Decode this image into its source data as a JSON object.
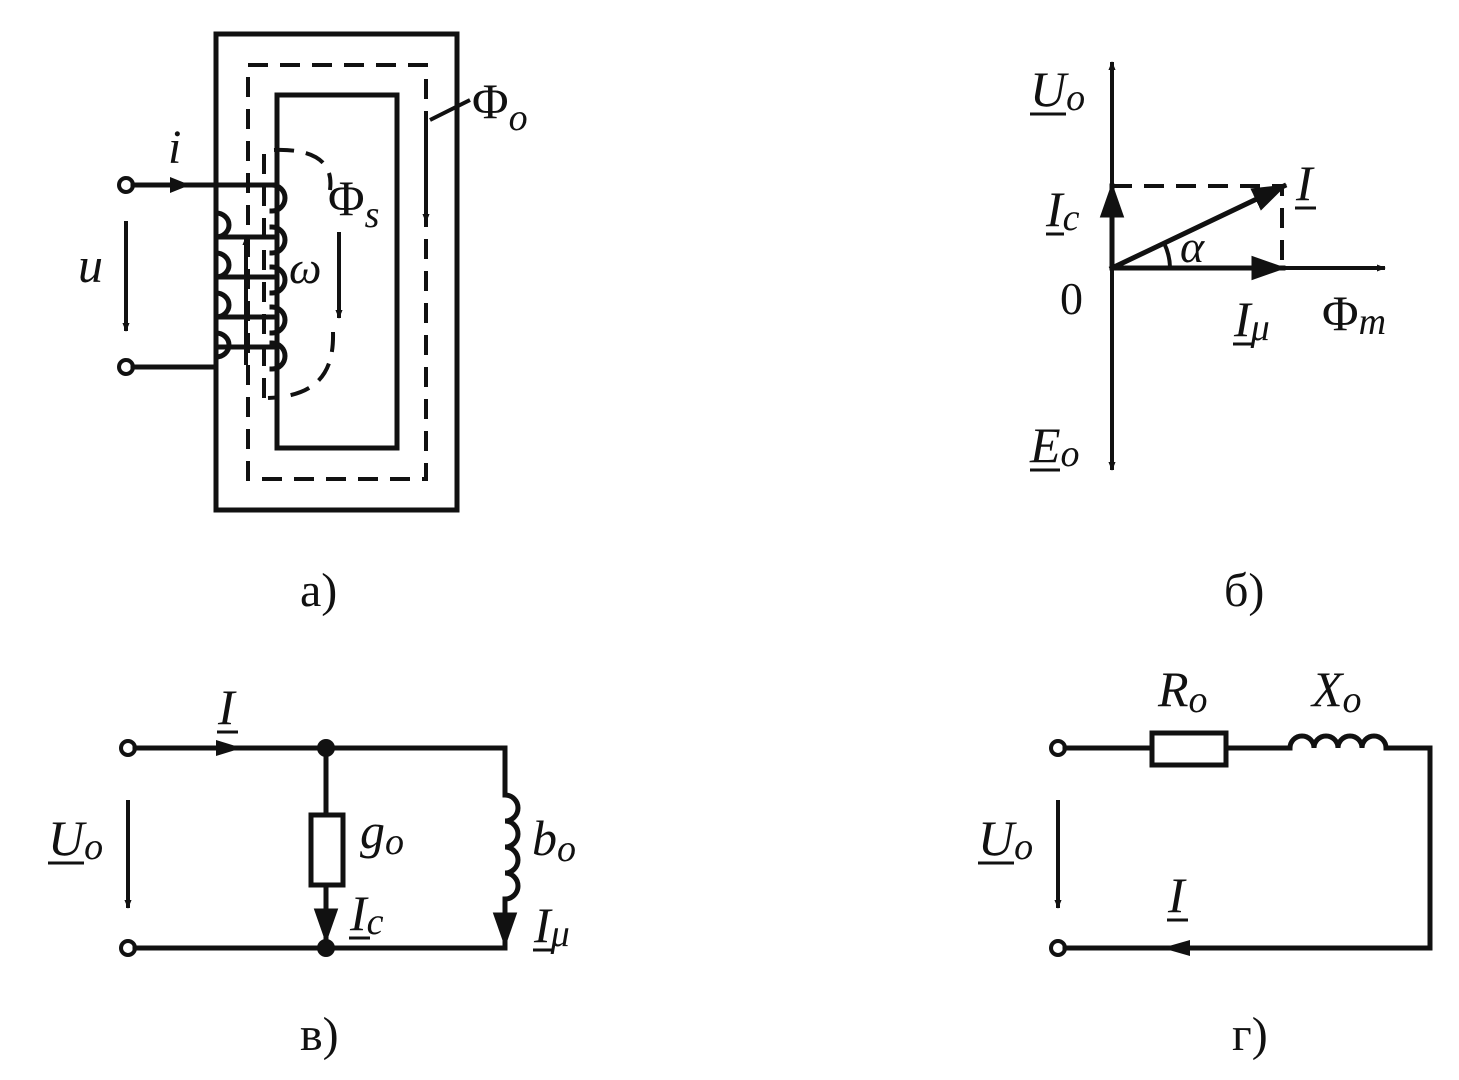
{
  "panels": {
    "a": {
      "caption": "а)",
      "current_label": "i",
      "voltage_label": "u",
      "turns_label": "ω",
      "main_flux_label": "Φ",
      "main_flux_sub": "o",
      "leak_flux_label": "Φ",
      "leak_flux_sub": "s"
    },
    "b": {
      "caption": "б)",
      "voltage_label": "U",
      "voltage_sub": "o",
      "emf_label": "E",
      "emf_sub": "o",
      "active_current_label": "I",
      "active_current_sub": "c",
      "magnetizing_current_label": "I",
      "magnetizing_current_sub": "μ",
      "current_label": "I",
      "angle_label": "α",
      "origin_label": "0",
      "flux_label": "Φ",
      "flux_sub": "m"
    },
    "c": {
      "caption": "в)",
      "current_label": "I",
      "voltage_label": "U",
      "voltage_sub": "o",
      "conductance_label": "g",
      "conductance_sub": "o",
      "susceptance_label": "b",
      "susceptance_sub": "o",
      "active_current_label": "I",
      "active_current_sub": "c",
      "magnetizing_current_label": "I",
      "magnetizing_current_sub": "μ"
    },
    "d": {
      "caption": "г)",
      "resistance_label": "R",
      "resistance_sub": "o",
      "reactance_label": "X",
      "reactance_sub": "o",
      "voltage_label": "U",
      "voltage_sub": "o",
      "current_label": "I"
    }
  }
}
